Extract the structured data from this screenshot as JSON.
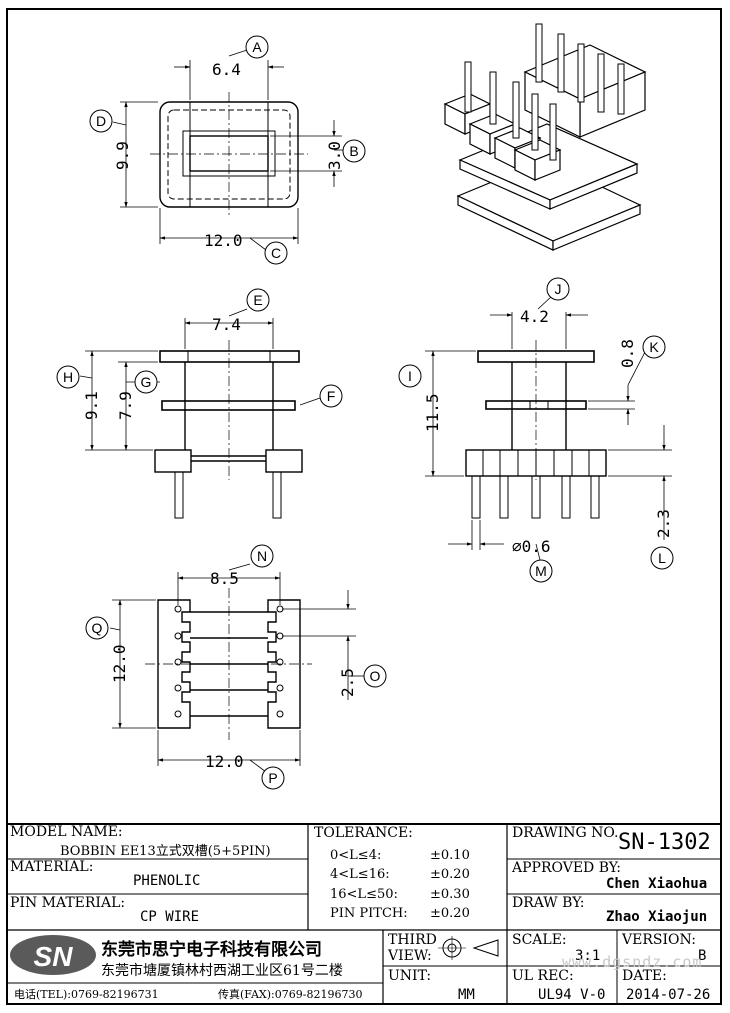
{
  "callouts": {
    "A": "A",
    "B": "B",
    "C": "C",
    "D": "D",
    "E": "E",
    "F": "F",
    "G": "G",
    "H": "H",
    "I": "I",
    "J": "J",
    "K": "K",
    "L": "L",
    "M": "M",
    "N": "N",
    "O": "O",
    "P": "P",
    "Q": "Q"
  },
  "dims": {
    "a": "6.4",
    "b": "3.0",
    "c": "12.0",
    "d": "9.9",
    "e": "7.4",
    "g": "7.9",
    "h": "9.1",
    "i": "11.5",
    "j": "4.2",
    "k": "0.8",
    "l": "2.3",
    "m": "∅0.6",
    "n": "8.5",
    "o": "2.5",
    "p": "12.0",
    "q": "12.0"
  },
  "title_block": {
    "model_name_label": "MODEL NAME:",
    "model_name_value": "BOBBIN EE13立式双槽(5+5PIN)",
    "material_label": "MATERIAL:",
    "material_value": "PHENOLIC",
    "pin_material_label": "PIN MATERIAL:",
    "pin_material_value": "CP WIRE",
    "tolerance_label": "TOLERANCE:",
    "tolerances": [
      {
        "range": "0<L≤4:",
        "value": "±0.10"
      },
      {
        "range": "4<L≤16:",
        "value": "±0.20"
      },
      {
        "range": "16<L≤50:",
        "value": "±0.30"
      },
      {
        "range": "PIN PITCH:",
        "value": "±0.20"
      }
    ],
    "drawing_no_label": "DRAWING NO.",
    "drawing_no_value": "SN-1302",
    "approved_by_label": "APPROVED BY:",
    "approved_by_value": "Chen Xiaohua",
    "draw_by_label": "DRAW BY:",
    "draw_by_value": "Zhao Xiaojun",
    "logo_text": "SN",
    "company_name": "东莞市思宁电子科技有限公司",
    "company_address": "东莞市塘厦镇林村西湖工业区61号二楼",
    "tel": "电话(TEL):0769-82196731",
    "fax": "传真(FAX):0769-82196730",
    "third_view_label_1": "THIRD",
    "third_view_label_2": "VIEW:",
    "unit_label": "UNIT:",
    "unit_value": "MM",
    "scale_label": "SCALE:",
    "scale_value": "3:1",
    "version_label": "VERSION:",
    "version_value": "B",
    "ul_rec_label": "UL REC:",
    "ul_rec_value": "UL94 V-0",
    "date_label": "DATE:",
    "date_value": "2014-07-26",
    "watermark": "www.dgsndz.com"
  }
}
